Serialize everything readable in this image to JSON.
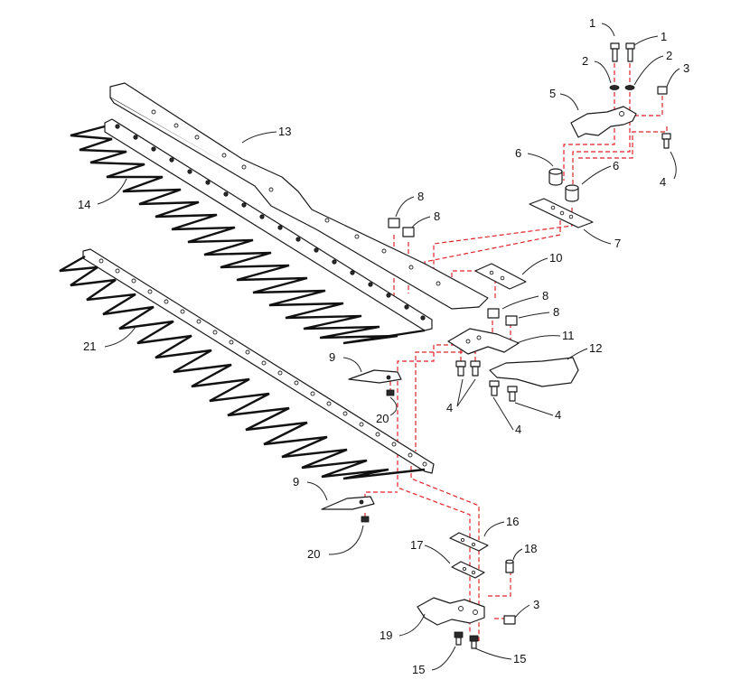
{
  "callouts": {
    "p1a": "1",
    "p1b": "1",
    "p2a": "2",
    "p2b": "2",
    "p3a": "3",
    "p3b": "3",
    "p4a": "4",
    "p4b": "4",
    "p4c": "4",
    "p4d": "4",
    "p5": "5",
    "p6a": "6",
    "p6b": "6",
    "p7": "7",
    "p8a": "8",
    "p8b": "8",
    "p8c": "8",
    "p8d": "8",
    "p9a": "9",
    "p9b": "9",
    "p10": "10",
    "p11": "11",
    "p12": "12",
    "p13": "13",
    "p14": "14",
    "p15a": "15",
    "p15b": "15",
    "p16": "16",
    "p17": "17",
    "p18": "18",
    "p19": "19",
    "p20a": "20",
    "p20b": "20",
    "p21": "21"
  },
  "colors": {
    "assembly_line": "#e0242a",
    "linework": "#1a1a1a"
  }
}
